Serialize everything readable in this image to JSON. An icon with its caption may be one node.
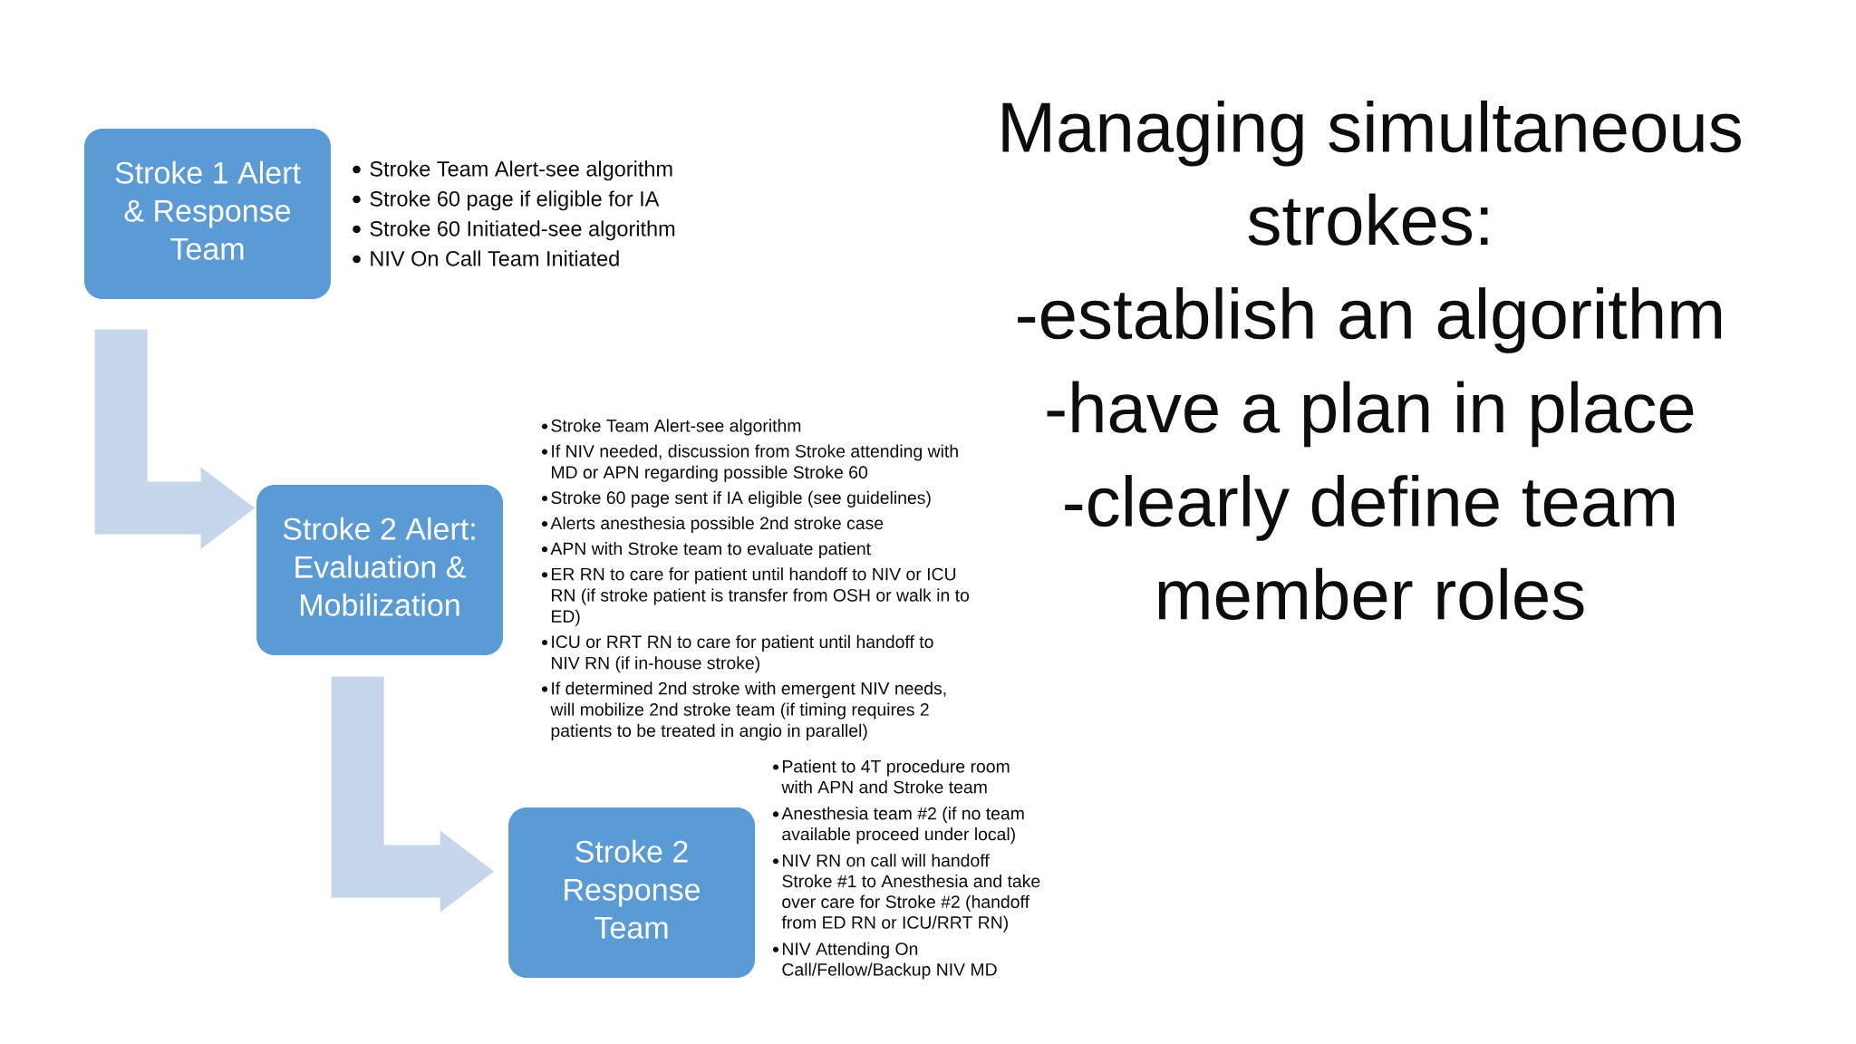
{
  "diagram": {
    "title": "Managing simultaneous strokes:",
    "nodes": [
      {
        "text": [
          "Stroke 1 Alert & Response Team"
        ],
        "beside": [
          "Stroke Team Alert-see algorithm",
          "Stroke 60 page if eligible for IA",
          "Stroke 60 Initiated-see algorithm",
          "NIV On Call Team Initiated"
        ]
      },
      {
        "text": [
          "Stroke 2 Alert: Evaluation & Mobilization"
        ],
        "beside": [
          "Stroke Team Alert-see algorithm",
          "If NIV needed, discussion from Stroke attending with MD or APN regarding possible Stroke 60",
          "Stroke 60 page sent if IA eligible (see guidelines)",
          "Alerts anesthesia possible 2nd stroke case",
          "APN with Stroke team to evaluate patient",
          "ER RN to care for patient until handoff to NIV or ICU RN (if stroke patient is transfer from OSH or walk in to ED)",
          "ICU or RRT RN to care for patient until handoff to NIV RN (if in-house stroke)",
          "If determined 2nd stroke with emergent NIV needs, will mobilize 2nd stroke team (if timing requires 2 patients to be treated in angio in parallel)"
        ]
      },
      {
        "text": [
          "Stroke 2 Response Team"
        ],
        "beside": [
          "Patient to 4T procedure room with APN and Stroke team",
          "Anesthesia team #2 (if no team available proceed under local)",
          "NIV RN on call will handoff Stroke #1 to Anesthesia and take over care for Stroke #2 (handoff from ED RN or ICU/RRT RN)",
          "NIV Attending On Call/Fellow/Backup NIV MD"
        ]
      }
    ],
    "edges": [
      {
        "from": 0,
        "to": 1,
        "arrow": "to"
      },
      {
        "from": 1,
        "to": 2,
        "arrow": "to"
      }
    ],
    "labels": [
      "-establish an algorithm",
      "-have a plan in place",
      "-clearly define team member roles"
    ]
  }
}
